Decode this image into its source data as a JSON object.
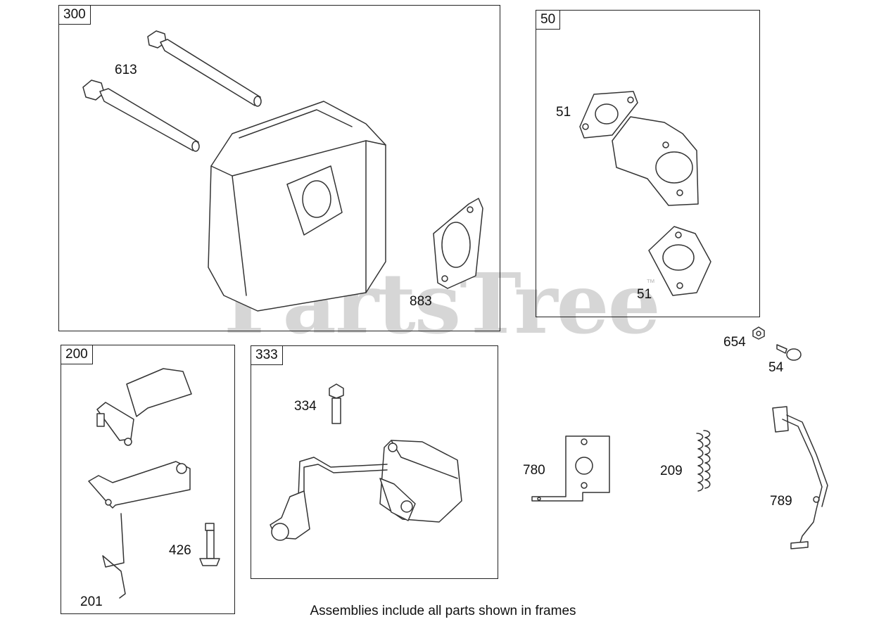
{
  "frames": {
    "f300": "300",
    "f50": "50",
    "f200": "200",
    "f333": "333"
  },
  "callouts": {
    "c613": "613",
    "c883": "883",
    "c51a": "51",
    "c51b": "51",
    "c654": "654",
    "c54": "54",
    "c334": "334",
    "c780": "780",
    "c209": "209",
    "c789": "789",
    "c426": "426",
    "c201": "201"
  },
  "watermark": {
    "text": "PartsTree",
    "trademark": "™"
  },
  "footer": "Assemblies include all parts shown in frames"
}
